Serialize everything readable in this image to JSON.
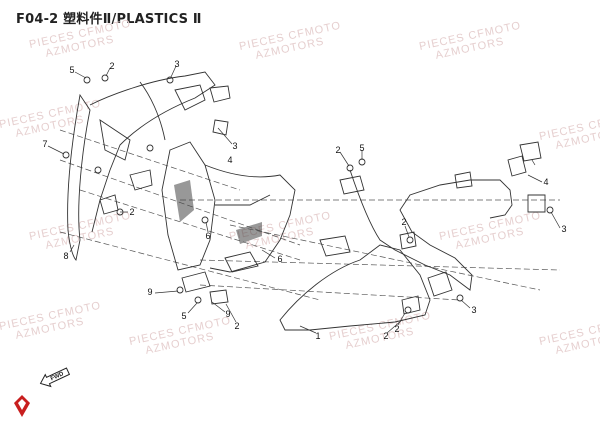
{
  "header": {
    "title": "F04-2  塑料件Ⅱ/PLASTICS Ⅱ"
  },
  "watermark": {
    "line1": "PIECES CFMOTO",
    "line2": "AZMOTORS"
  },
  "callouts": [
    "5",
    "2",
    "3",
    "7",
    "8",
    "3",
    "2",
    "6",
    "2",
    "5",
    "4",
    "3",
    "4",
    "2",
    "6",
    "9",
    "5",
    "9",
    "2",
    "1",
    "2",
    "2",
    "3"
  ],
  "fwd_label": "FWD",
  "colors": {
    "line": "#333333",
    "watermark": "#e6cfcf",
    "logo": "#c81e1e"
  },
  "icons": [
    "fwd-arrow-icon",
    "brand-logo-icon"
  ]
}
